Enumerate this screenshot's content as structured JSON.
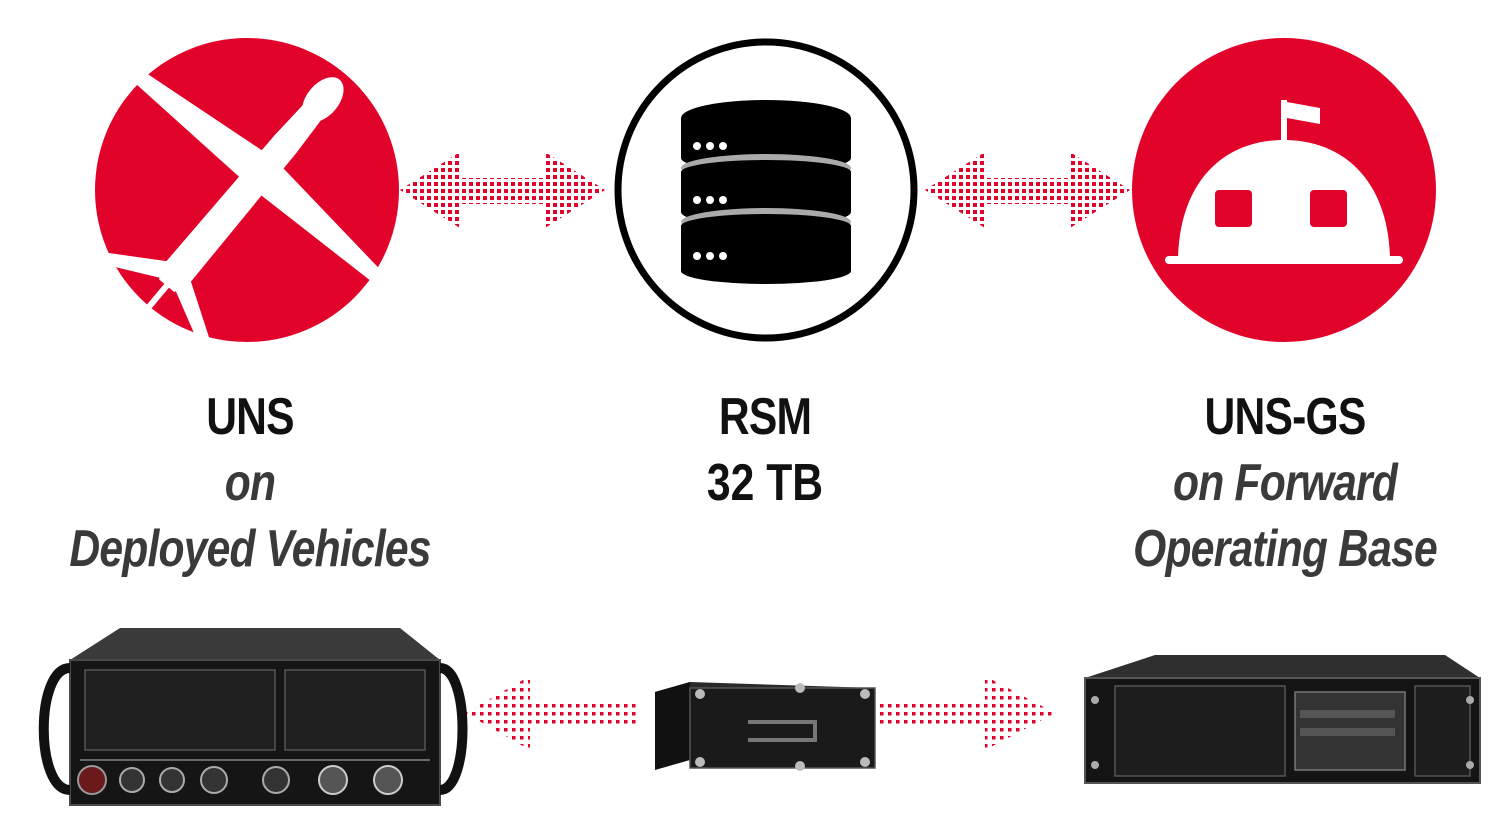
{
  "colors": {
    "accent": "#e2032b",
    "dark": "#111111",
    "subtext": "#3a3a3a",
    "arrow": "#e2032b"
  },
  "nodes": [
    {
      "icon": "drone-icon",
      "title": "UNS",
      "lines": [
        "on",
        "Deployed Vehicles"
      ]
    },
    {
      "icon": "server-stack-icon",
      "title": "RSM",
      "lines": [
        "32 TB"
      ]
    },
    {
      "icon": "forward-base-dome-icon",
      "title": "UNS-GS",
      "lines": [
        "on Forward",
        "Operating Base"
      ]
    }
  ],
  "hardware": [
    {
      "icon": "uns-chassis-image"
    },
    {
      "icon": "rsm-module-image"
    },
    {
      "icon": "uns-gs-chassis-image"
    }
  ],
  "connectors": [
    {
      "from": "UNS",
      "to": "RSM",
      "direction": "bidirectional"
    },
    {
      "from": "RSM",
      "to": "UNS-GS",
      "direction": "bidirectional"
    },
    {
      "from": "RSM module",
      "to": "UNS chassis",
      "direction": "left"
    },
    {
      "from": "RSM module",
      "to": "UNS-GS chassis",
      "direction": "right"
    }
  ]
}
